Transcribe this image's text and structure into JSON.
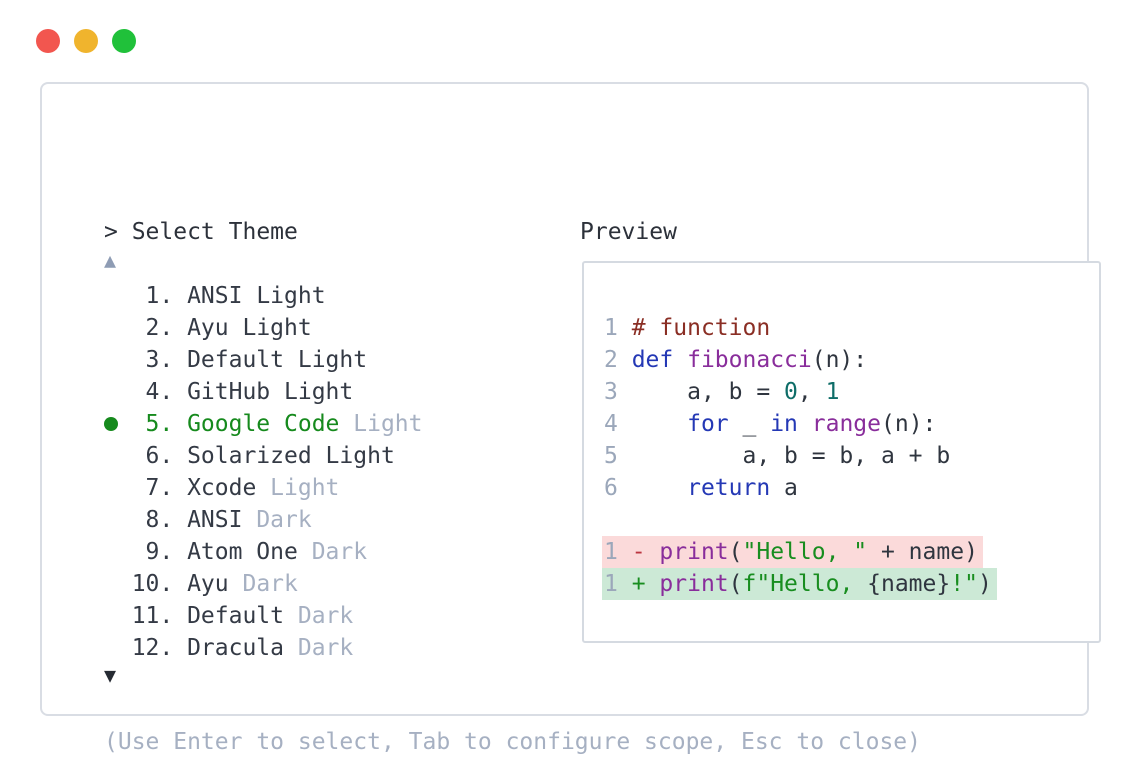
{
  "window": {
    "traffic_lights": [
      {
        "name": "close",
        "color": "#f2564f"
      },
      {
        "name": "minimize",
        "color": "#f0b42d"
      },
      {
        "name": "zoom",
        "color": "#20c13a"
      }
    ]
  },
  "selector": {
    "prompt": "> Select Theme",
    "scroll_up_icon": "▲",
    "scroll_down_icon": "▼",
    "selected_accent_color": "#168a1d",
    "muted_color": "#a6b0c2",
    "items": [
      {
        "num": 1,
        "name": "ANSI",
        "variant": "Light",
        "variant_muted": false,
        "selected": false
      },
      {
        "num": 2,
        "name": "Ayu",
        "variant": "Light",
        "variant_muted": false,
        "selected": false
      },
      {
        "num": 3,
        "name": "Default",
        "variant": "Light",
        "variant_muted": false,
        "selected": false
      },
      {
        "num": 4,
        "name": "GitHub",
        "variant": "Light",
        "variant_muted": false,
        "selected": false
      },
      {
        "num": 5,
        "name": "Google Code",
        "variant": "Light",
        "variant_muted": true,
        "selected": true
      },
      {
        "num": 6,
        "name": "Solarized",
        "variant": "Light",
        "variant_muted": false,
        "selected": false
      },
      {
        "num": 7,
        "name": "Xcode",
        "variant": "Light",
        "variant_muted": true,
        "selected": false
      },
      {
        "num": 8,
        "name": "ANSI",
        "variant": "Dark",
        "variant_muted": true,
        "selected": false
      },
      {
        "num": 9,
        "name": "Atom One",
        "variant": "Dark",
        "variant_muted": true,
        "selected": false
      },
      {
        "num": 10,
        "name": "Ayu",
        "variant": "Dark",
        "variant_muted": true,
        "selected": false
      },
      {
        "num": 11,
        "name": "Default",
        "variant": "Dark",
        "variant_muted": true,
        "selected": false
      },
      {
        "num": 12,
        "name": "Dracula",
        "variant": "Dark",
        "variant_muted": true,
        "selected": false
      }
    ],
    "footer": "(Use Enter to select, Tab to configure scope, Esc to close)"
  },
  "preview": {
    "title": "Preview",
    "diff_colors": {
      "removed_bg": "#fbdada",
      "added_bg": "#cce9d6",
      "removed_mark": "#bb3540",
      "added_mark": "#188d1f"
    },
    "syntax_colors": {
      "comment": "#8a2e24",
      "keyword": "#2438b5",
      "function": "#892d9b",
      "number": "#0e6d68",
      "string": "#188d1f",
      "plain": "#2f353f",
      "line_number": "#9ba7ba"
    },
    "lines": [
      {
        "num": "1",
        "diff": "",
        "segments": [
          {
            "t": "# function",
            "tok": "comment"
          }
        ]
      },
      {
        "num": "2",
        "diff": "",
        "segments": [
          {
            "t": "def",
            "tok": "kw"
          },
          {
            "t": " ",
            "tok": "plain"
          },
          {
            "t": "fibonacci",
            "tok": "fn"
          },
          {
            "t": "(n):",
            "tok": "plain"
          }
        ]
      },
      {
        "num": "3",
        "diff": "",
        "segments": [
          {
            "t": "    a, b = ",
            "tok": "plain"
          },
          {
            "t": "0",
            "tok": "num"
          },
          {
            "t": ", ",
            "tok": "plain"
          },
          {
            "t": "1",
            "tok": "num"
          }
        ]
      },
      {
        "num": "4",
        "diff": "",
        "segments": [
          {
            "t": "    ",
            "tok": "plain"
          },
          {
            "t": "for",
            "tok": "kw"
          },
          {
            "t": " _ ",
            "tok": "plain"
          },
          {
            "t": "in",
            "tok": "kw"
          },
          {
            "t": " ",
            "tok": "plain"
          },
          {
            "t": "range",
            "tok": "fn"
          },
          {
            "t": "(n):",
            "tok": "plain"
          }
        ]
      },
      {
        "num": "5",
        "diff": "",
        "segments": [
          {
            "t": "        a, b = b, a + b",
            "tok": "plain"
          }
        ]
      },
      {
        "num": "6",
        "diff": "",
        "segments": [
          {
            "t": "    ",
            "tok": "plain"
          },
          {
            "t": "return",
            "tok": "kw"
          },
          {
            "t": " a",
            "tok": "plain"
          }
        ]
      },
      {
        "num": "",
        "diff": "",
        "segments": []
      },
      {
        "num": "1",
        "diff": "del",
        "segments": [
          {
            "t": "- ",
            "tok": "delmark"
          },
          {
            "t": "print",
            "tok": "fn"
          },
          {
            "t": "(",
            "tok": "plain"
          },
          {
            "t": "\"Hello, \"",
            "tok": "str"
          },
          {
            "t": " + name)",
            "tok": "plain"
          }
        ]
      },
      {
        "num": "1",
        "diff": "ins",
        "segments": [
          {
            "t": "+ ",
            "tok": "insmark"
          },
          {
            "t": "print",
            "tok": "fn"
          },
          {
            "t": "(",
            "tok": "plain"
          },
          {
            "t": "f\"Hello, ",
            "tok": "str"
          },
          {
            "t": "{name}",
            "tok": "plain"
          },
          {
            "t": "!\"",
            "tok": "str"
          },
          {
            "t": ")",
            "tok": "plain"
          }
        ]
      }
    ]
  }
}
